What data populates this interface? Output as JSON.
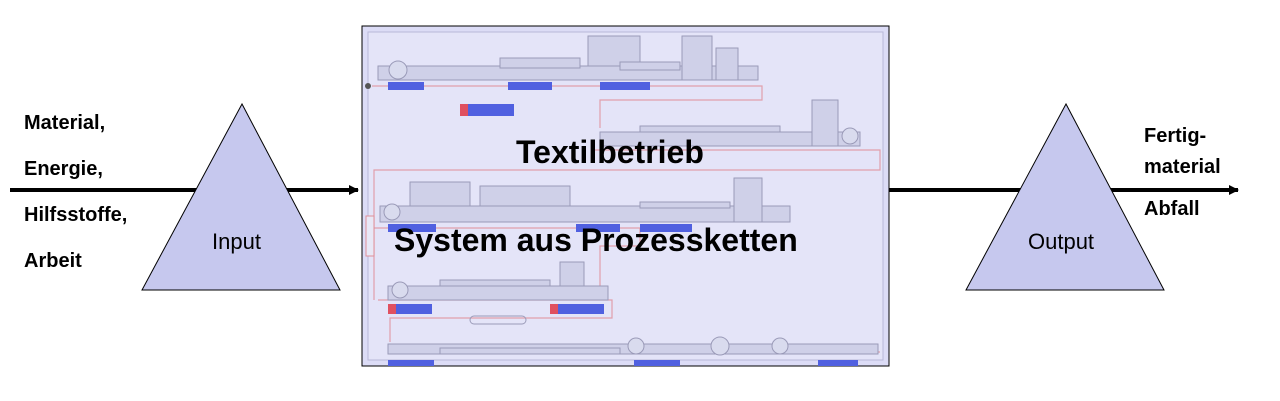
{
  "input": {
    "items": [
      "Material,",
      "Energie,",
      "Hilfsstoffe,",
      "Arbeit"
    ],
    "triangle_label": "Input"
  },
  "system": {
    "title": "Textilbetrieb",
    "subtitle": "System aus Prozessketten"
  },
  "output": {
    "items": [
      "Fertig-",
      "material",
      "Abfall"
    ],
    "triangle_label": "Output"
  },
  "colors": {
    "triangle_fill": "#c6c8ee",
    "panel_fill": "#dcdcf6",
    "machine_red": "#e05060",
    "machine_blue": "#5060e0"
  }
}
